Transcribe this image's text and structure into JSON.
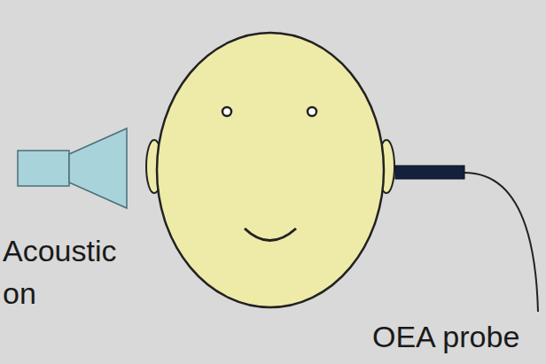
{
  "diagram": {
    "labels": [
      "Acoustic",
      "on",
      "OEA probe"
    ]
  }
}
